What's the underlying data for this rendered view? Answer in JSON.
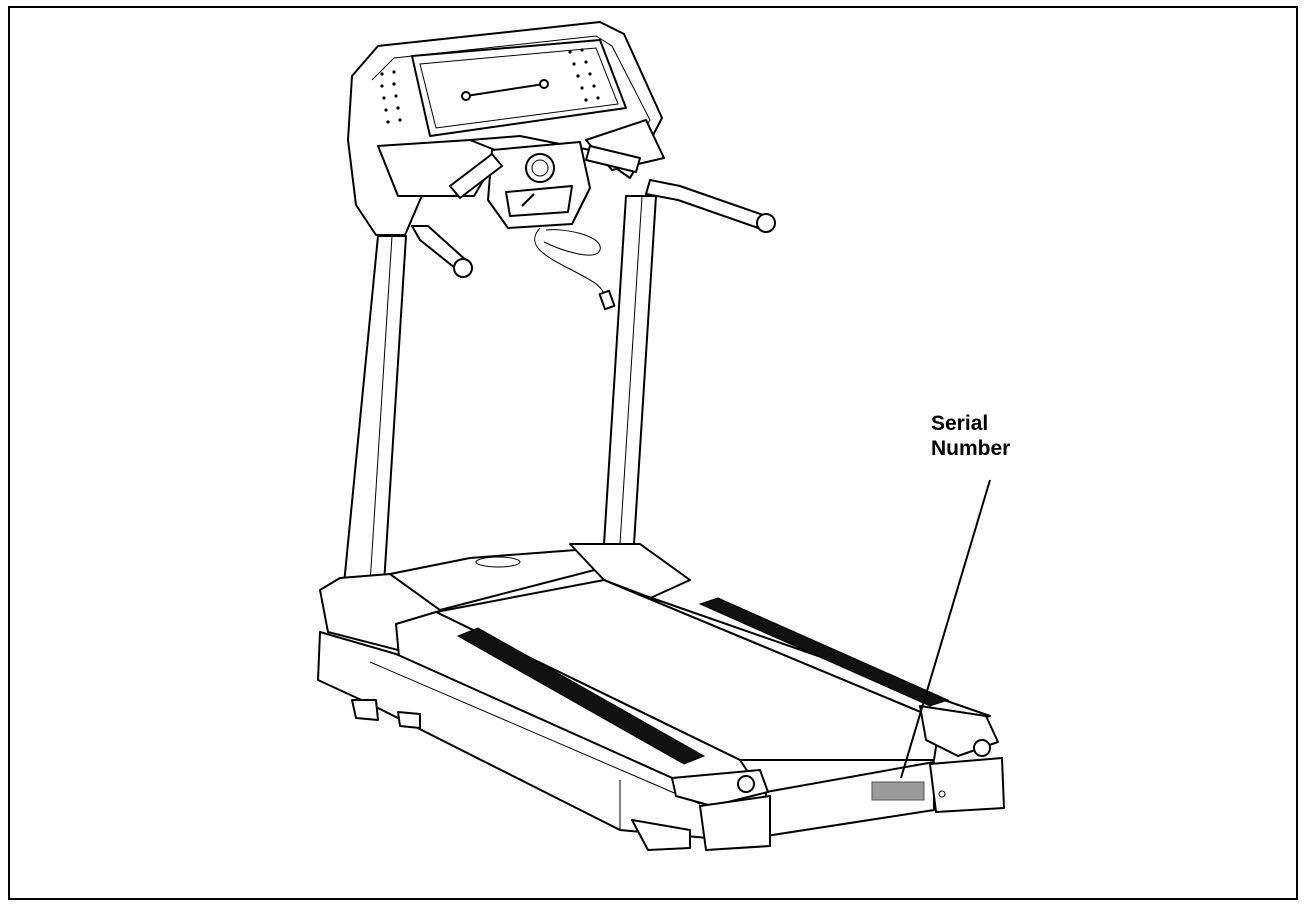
{
  "callout": {
    "line1": "Serial",
    "line2": "Number"
  },
  "colors": {
    "outline": "#000000",
    "label_plate": "#9a9a9a",
    "background": "#ffffff"
  },
  "icons": [
    "treadmill-illustration",
    "serial-number-plate",
    "leader-line"
  ]
}
